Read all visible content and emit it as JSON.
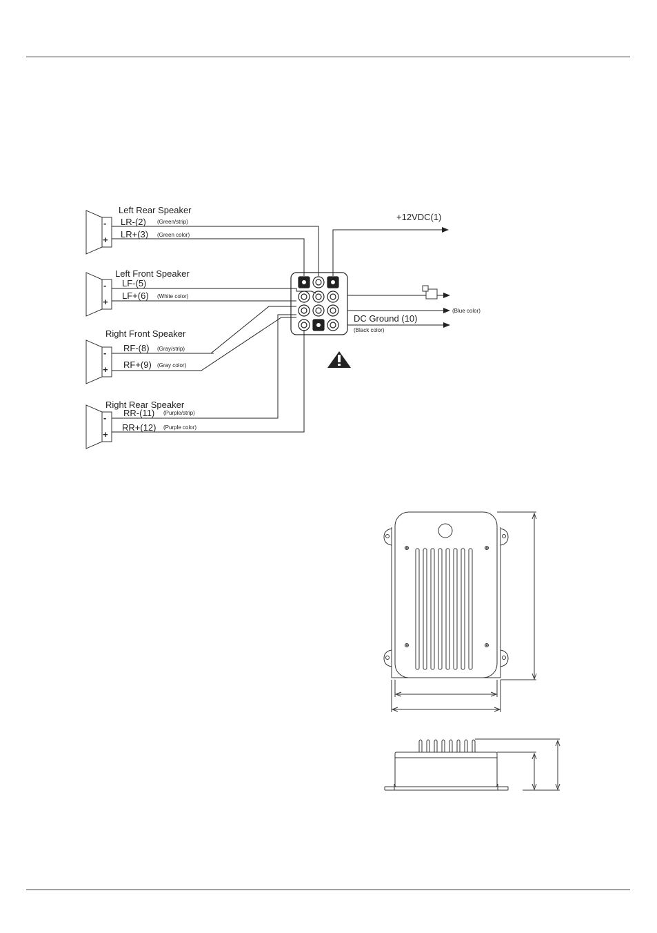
{
  "speakers": {
    "left_rear": {
      "title": "Left Rear Speaker",
      "neg_label": "LR-(2)",
      "neg_color": "(Green/strip)",
      "pos_label": "LR+(3)",
      "pos_color": "(Green color)"
    },
    "left_front": {
      "title": "Left Front Speaker",
      "neg_label": "LF-(5)",
      "pos_label": "LF+(6)",
      "pos_color": "(White color)"
    },
    "right_front": {
      "title": "Right Front Speaker",
      "neg_label": "RF-(8)",
      "neg_color": "(Gray/strip)",
      "pos_label": "RF+(9)",
      "pos_color": "(Gray color)"
    },
    "right_rear": {
      "title": "Right Rear Speaker",
      "neg_label": "RR-(11)",
      "neg_color": "(Purple/strip)",
      "pos_label": "RR+(12)",
      "pos_color": "(Purple color)"
    }
  },
  "terminal_signs": {
    "minus": "-",
    "plus": "+"
  },
  "outputs": {
    "power": "+12VDC(1)",
    "remote_color": "(Blue color)",
    "ground": "DC Ground (10)",
    "ground_color": "(Black color)"
  },
  "colors": {
    "line": "#222222",
    "drawing": "#333333"
  }
}
